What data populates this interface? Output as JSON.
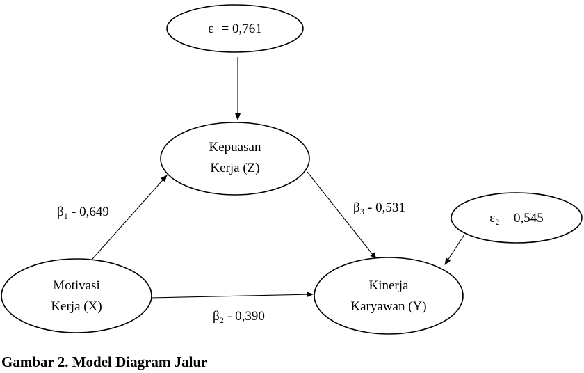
{
  "nodes": {
    "error_1": {
      "text": "ε₁ = 0,761"
    },
    "kepuasan_kerja": {
      "line1": "Kepuasan",
      "line2": "Kerja (Z)"
    },
    "error_2": {
      "text": "ε₂ = 0,545"
    },
    "motivasi_kerja": {
      "line1": "Motivasi",
      "line2": "Kerja (X)"
    },
    "kinerja_karyawan": {
      "line1": "Kinerja",
      "line2": "Karyawan (Y)"
    }
  },
  "edges": {
    "beta_1": "β₁ - 0,649",
    "beta_2": "β₂ - 0,390",
    "beta_3": "β₃ - 0,531"
  },
  "caption": "Gambar 2. Model Diagram Jalur"
}
